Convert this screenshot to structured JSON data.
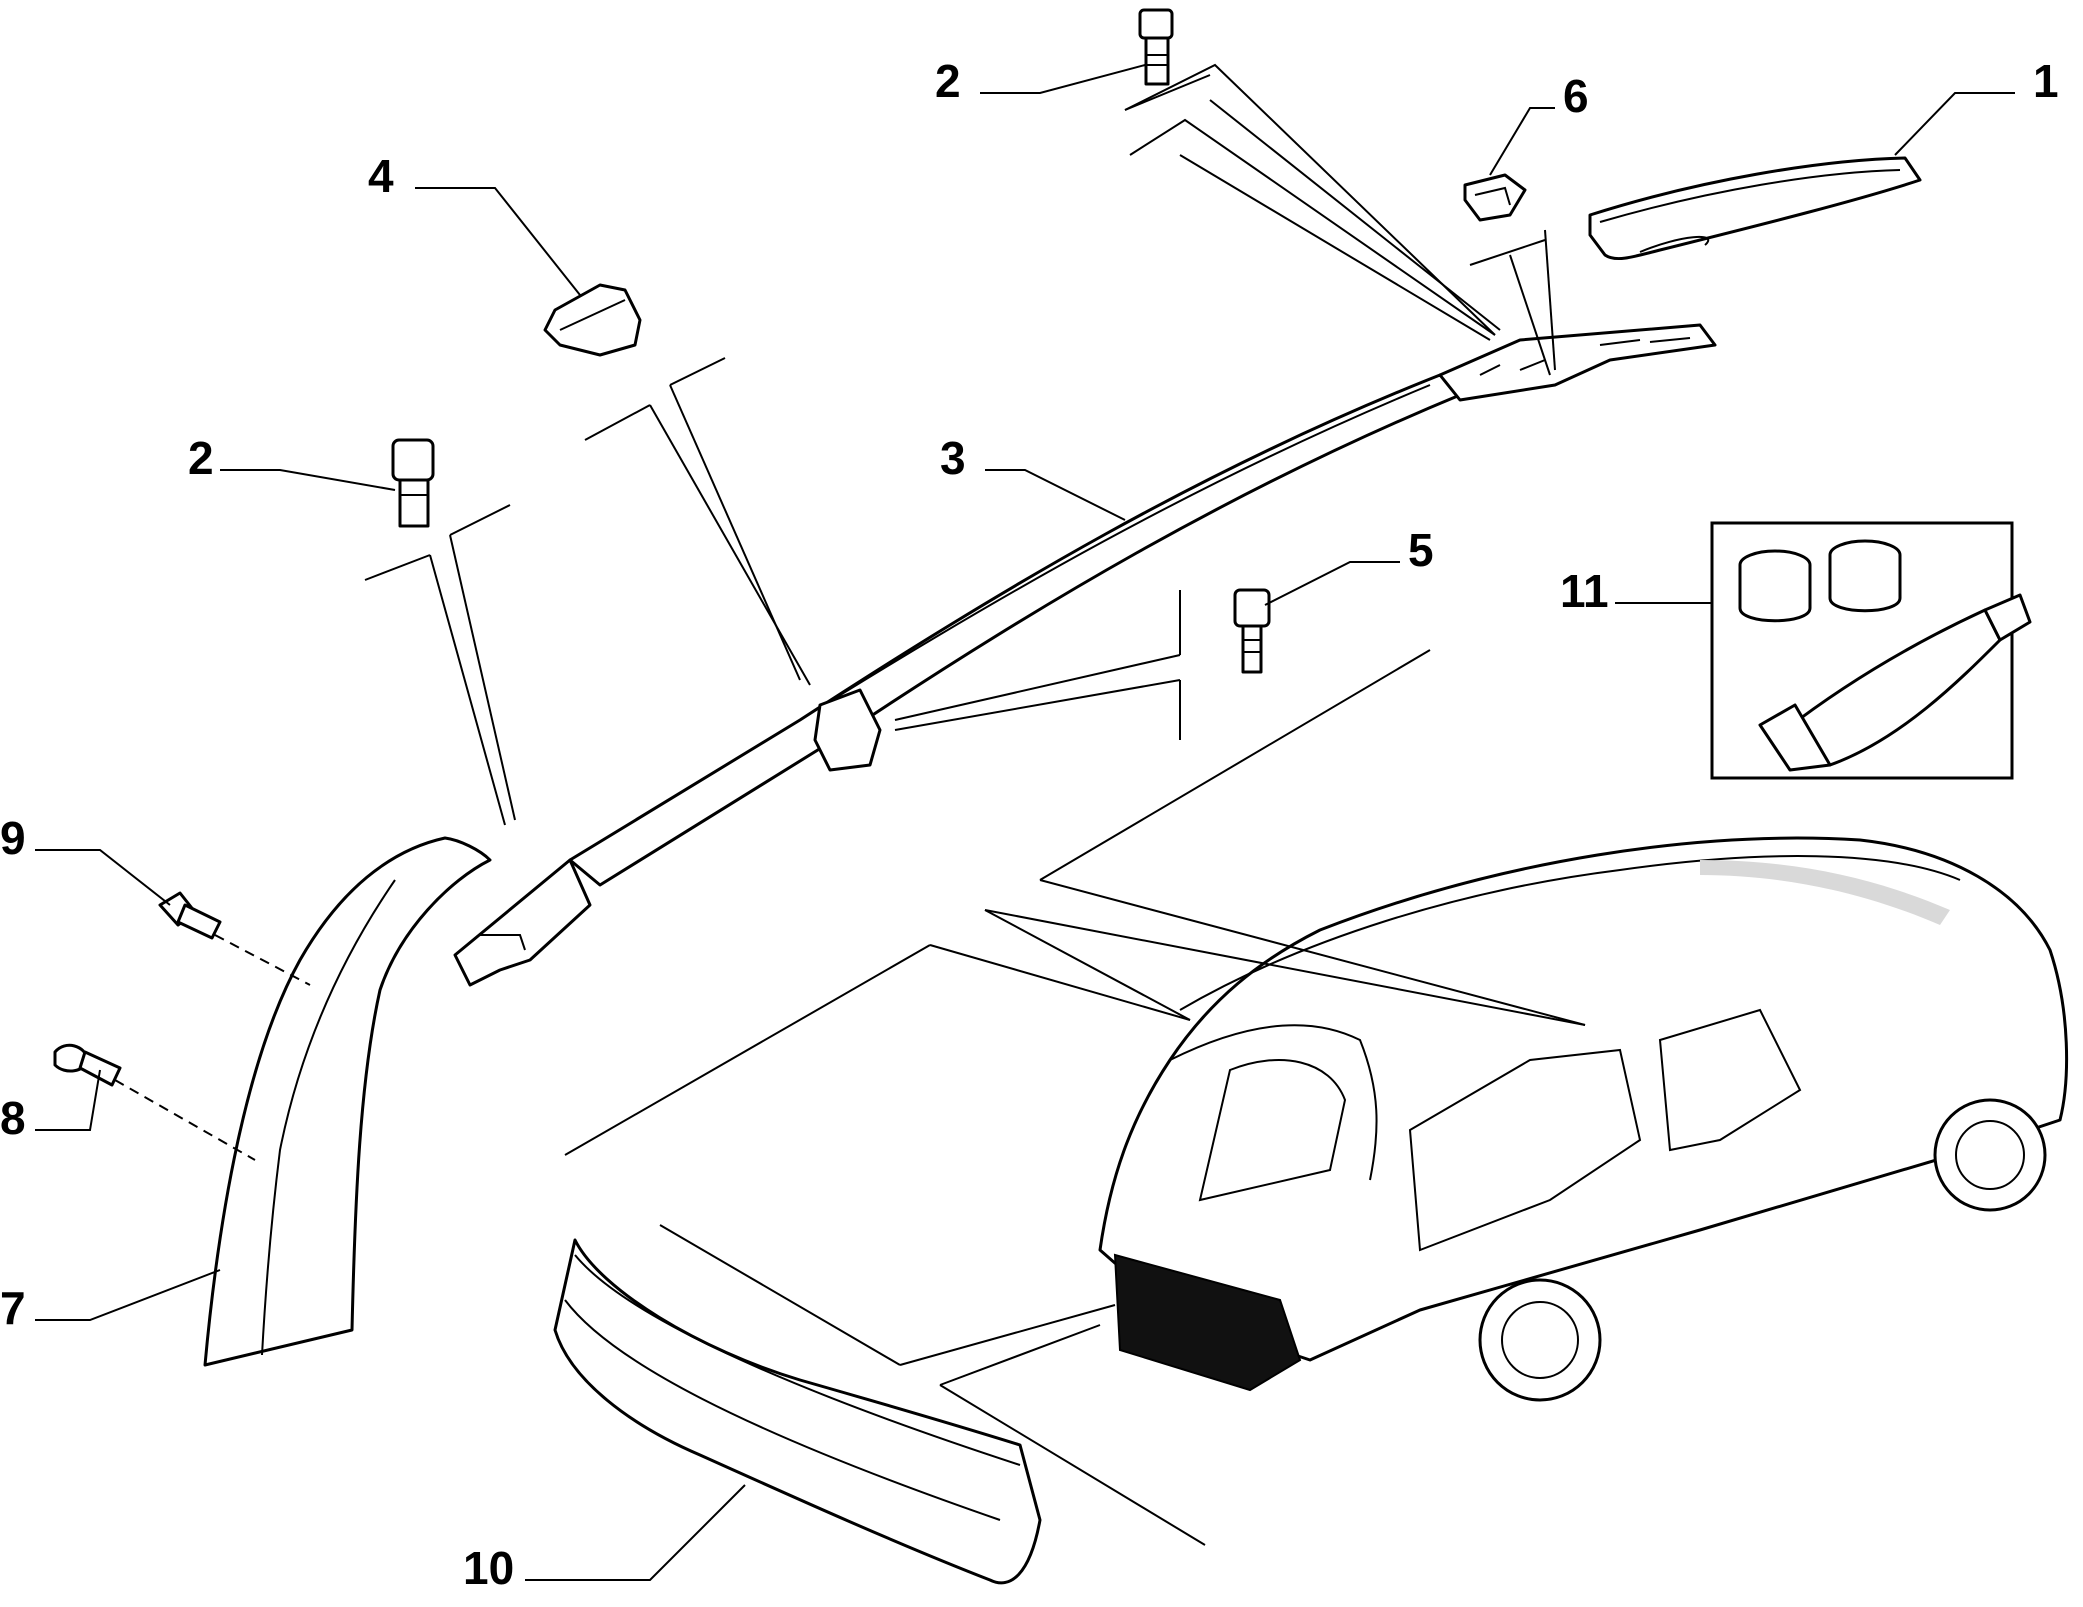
{
  "diagram": {
    "callouts": [
      "1",
      "2",
      "2",
      "3",
      "4",
      "5",
      "6",
      "7",
      "8",
      "9",
      "10",
      "11"
    ],
    "colors": {
      "line": "#000000",
      "background": "#ffffff",
      "shade": "#d9d9d9",
      "panel": "#111111"
    }
  }
}
